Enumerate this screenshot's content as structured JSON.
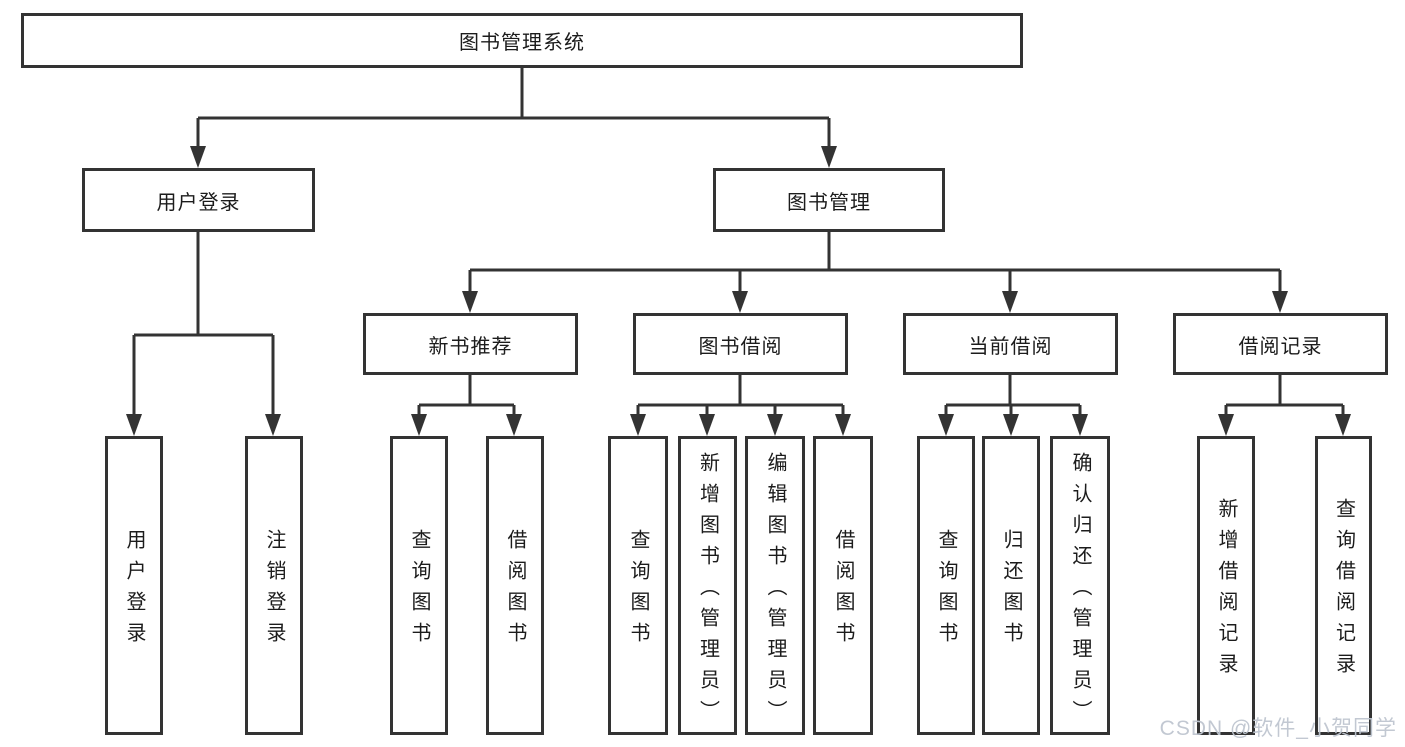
{
  "colors": {
    "line": "#333333",
    "box_border": "#333333",
    "box_fill": "#ffffff",
    "text": "#1c1c1c",
    "watermark": "#bfc6d0",
    "background": "#ffffff"
  },
  "tree": {
    "label": "图书管理系统",
    "children": [
      {
        "label": "用户登录",
        "children": [
          {
            "label": "用户登录"
          },
          {
            "label": "注销登录"
          }
        ]
      },
      {
        "label": "图书管理",
        "children": [
          {
            "label": "新书推荐",
            "children": [
              {
                "label": "查询图书"
              },
              {
                "label": "借阅图书"
              }
            ]
          },
          {
            "label": "图书借阅",
            "children": [
              {
                "label": "查询图书"
              },
              {
                "label": "新增图书（管理员）"
              },
              {
                "label": "编辑图书（管理员）"
              },
              {
                "label": "借阅图书"
              }
            ]
          },
          {
            "label": "当前借阅",
            "children": [
              {
                "label": "查询图书"
              },
              {
                "label": "归还图书"
              },
              {
                "label": "确认归还（管理员）"
              }
            ]
          },
          {
            "label": "借阅记录",
            "children": [
              {
                "label": "新增借阅记录"
              },
              {
                "label": "查询借阅记录"
              }
            ]
          }
        ]
      }
    ]
  },
  "watermark": {
    "text": "CSDN @软件_小贺同学"
  }
}
